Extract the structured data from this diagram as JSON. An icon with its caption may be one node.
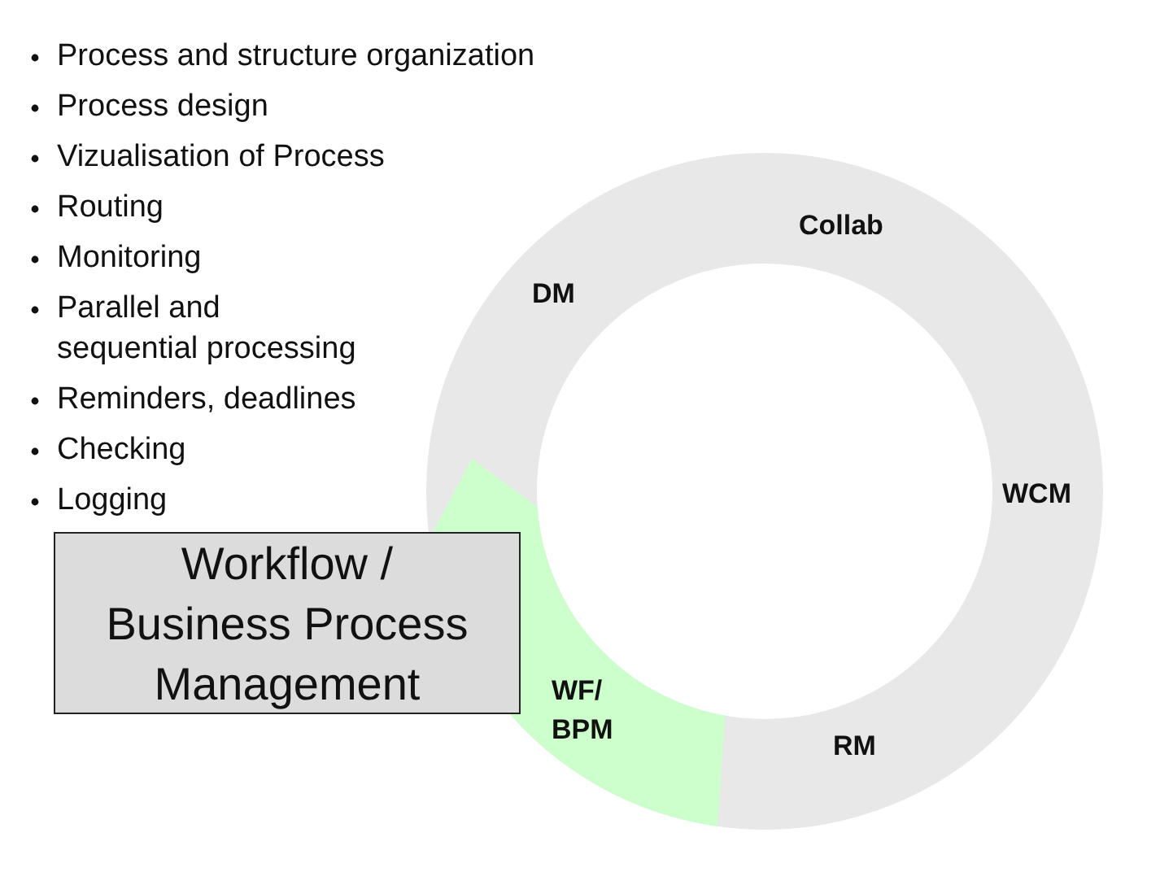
{
  "diagram": {
    "nodes": [
      {
        "text": [
          "Workflow / Business Process Management"
        ]
      },
      {
        "text": [
          "WF/ BPM"
        ]
      },
      {
        "text": [
          "DM",
          "Collab",
          "WCM",
          "RM"
        ]
      }
    ],
    "labels": [
      "Process and structure organization",
      "Process design",
      "Vizualisation of Process",
      "Routing",
      "Monitoring",
      "Parallel and sequential processing",
      "Reminders, deadlines",
      "Checking",
      "Logging"
    ]
  }
}
